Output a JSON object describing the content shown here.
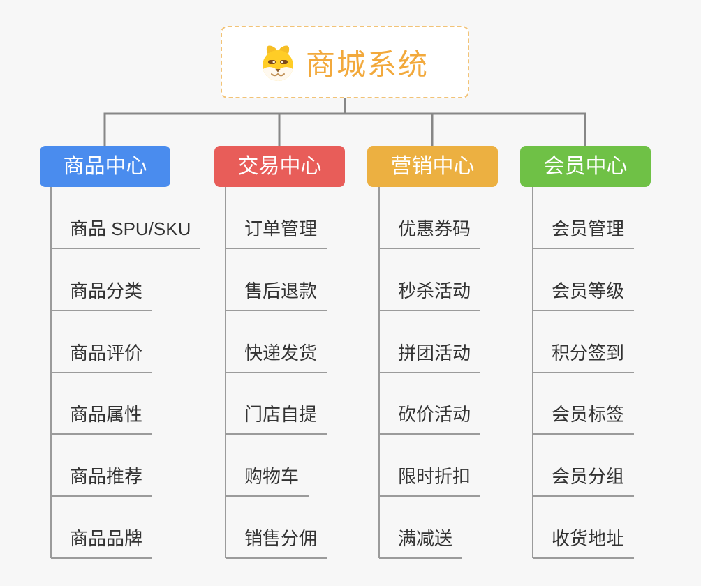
{
  "root": {
    "title": "商城系统",
    "icon": "shiba-dog",
    "title_color": "#F2A93C",
    "border_color": "#F2C377"
  },
  "branches": [
    {
      "label": "商品中心",
      "color": "#4A8CEE",
      "children": [
        "商品 SPU/SKU",
        "商品分类",
        "商品评价",
        "商品属性",
        "商品推荐",
        "商品品牌"
      ]
    },
    {
      "label": "交易中心",
      "color": "#E85D59",
      "children": [
        "订单管理",
        "售后退款",
        "快递发货",
        "门店自提",
        "购物车",
        "销售分佣"
      ]
    },
    {
      "label": "营销中心",
      "color": "#ECB041",
      "children": [
        "优惠券码",
        "秒杀活动",
        "拼团活动",
        "砍价活动",
        "限时折扣",
        "满减送"
      ]
    },
    {
      "label": "会员中心",
      "color": "#6FC146",
      "children": [
        "会员管理",
        "会员等级",
        "积分签到",
        "会员标签",
        "会员分组",
        "收货地址"
      ]
    }
  ],
  "colors": {
    "background": "#F7F7F7",
    "connector": "#878787",
    "spine": "#9B9B9B",
    "child_text": "#333333"
  }
}
